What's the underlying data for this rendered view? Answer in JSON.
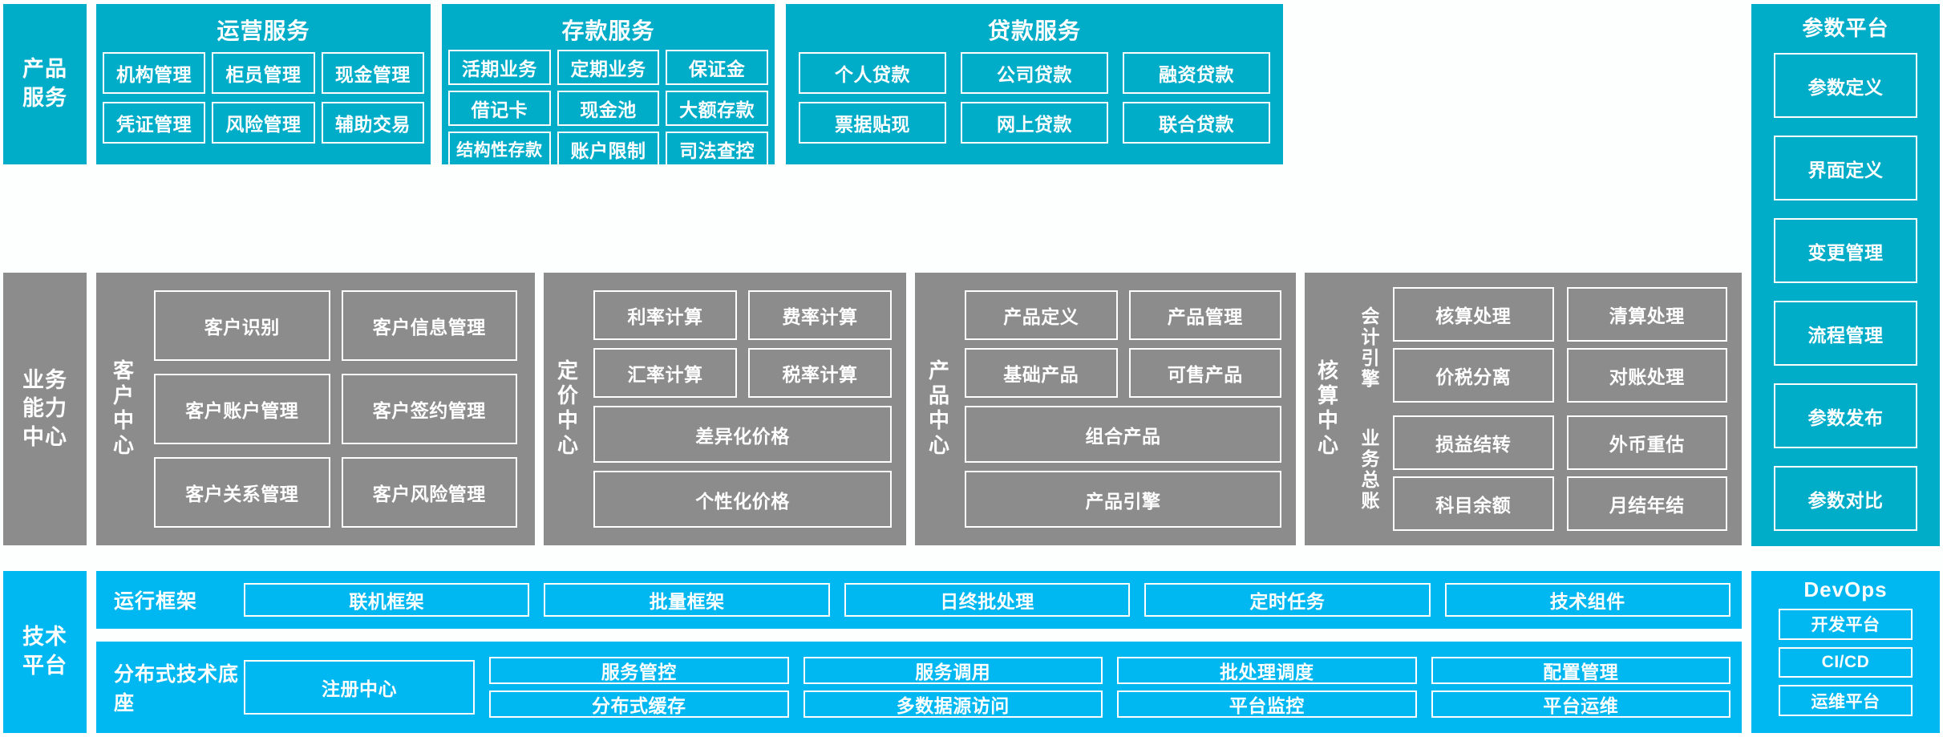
{
  "bands": {
    "product_services": {
      "label": "产品\n服务",
      "groups": [
        {
          "title": "运营服务",
          "items": [
            "机构管理",
            "柜员管理",
            "现金管理",
            "凭证管理",
            "风险管理",
            "辅助交易"
          ]
        },
        {
          "title": "存款服务",
          "items": [
            "活期业务",
            "定期业务",
            "保证金",
            "借记卡",
            "现金池",
            "大额存款",
            "结构性存款",
            "账户限制",
            "司法查控"
          ]
        },
        {
          "title": "贷款服务",
          "items": [
            "个人贷款",
            "公司贷款",
            "融资贷款",
            "票据贴现",
            "网上贷款",
            "联合贷款"
          ]
        }
      ]
    },
    "business_capability": {
      "label": "业务\n能力\n中心",
      "centers": [
        {
          "name": "客户中心",
          "items": [
            "客户识别",
            "客户信息管理",
            "客户账户管理",
            "客户签约管理",
            "客户关系管理",
            "客户风险管理"
          ]
        },
        {
          "name": "定价中心",
          "items": [
            "利率计算",
            "费率计算",
            "汇率计算",
            "税率计算"
          ],
          "wide_items": [
            "差异化价格",
            "个性化价格"
          ]
        },
        {
          "name": "产品中心",
          "items": [
            "产品定义",
            "产品管理",
            "基础产品",
            "可售产品"
          ],
          "wide_items": [
            "组合产品",
            "产品引擎"
          ]
        },
        {
          "name": "核算中心",
          "sub_labels": [
            "会计引擎",
            "业务总账"
          ],
          "items_engine": [
            "核算处理",
            "清算处理",
            "价税分离",
            "对账处理"
          ],
          "items_ledger": [
            "损益结转",
            "外币重估",
            "科目余额",
            "月结年结"
          ]
        }
      ]
    },
    "tech_platform": {
      "label": "技术\n平台",
      "rows": [
        {
          "label": "运行框架",
          "items": [
            "联机框架",
            "批量框架",
            "日终批处理",
            "定时任务",
            "技术组件"
          ]
        },
        {
          "label": "分布式技术底座",
          "anchor": "注册中心",
          "items_top": [
            "服务管控",
            "服务调用",
            "批处理调度",
            "配置管理"
          ],
          "items_bottom": [
            "分布式缓存",
            "多数据源访问",
            "平台监控",
            "平台运维"
          ]
        }
      ]
    }
  },
  "right_columns": {
    "parameter_platform": {
      "title": "参数平台",
      "items": [
        "参数定义",
        "界面定义",
        "变更管理",
        "流程管理",
        "参数发布",
        "参数对比"
      ]
    },
    "devops": {
      "title": "DevOps",
      "items": [
        "开发平台",
        "CI/CD",
        "运维平台"
      ]
    }
  },
  "colors": {
    "teal": "#00ADC8",
    "gray": "#8C8C8C",
    "blue": "#00B8F1",
    "outline": "#FFFFFF",
    "background": "#FDFEFE"
  }
}
